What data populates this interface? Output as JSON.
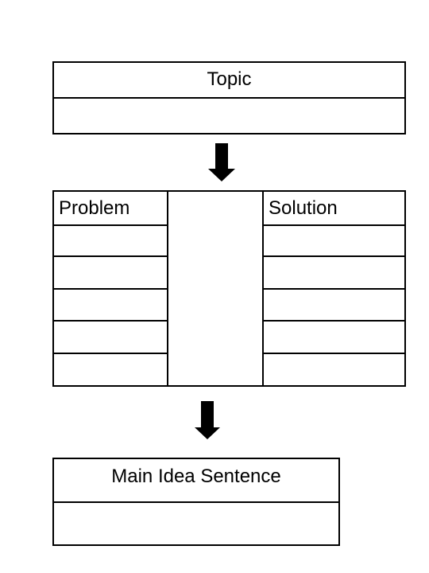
{
  "topic": {
    "label": "Topic",
    "value": ""
  },
  "problem_solution": {
    "problem_label": "Problem",
    "solution_label": "Solution",
    "problem_rows": [
      "",
      "",
      "",
      "",
      ""
    ],
    "solution_rows": [
      "",
      "",
      "",
      "",
      ""
    ]
  },
  "main_idea": {
    "label": "Main Idea Sentence",
    "value": ""
  },
  "colors": {
    "stroke": "#000000",
    "background": "#ffffff"
  },
  "icons": [
    "arrow-down-icon",
    "arrow-right-icon",
    "arrow-down-icon"
  ]
}
